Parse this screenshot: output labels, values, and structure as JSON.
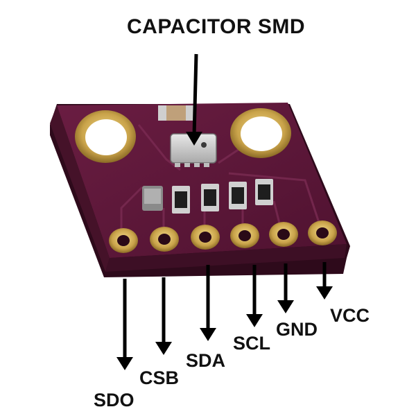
{
  "title": "CAPACITOR SMD",
  "pins": [
    {
      "label": "SDO"
    },
    {
      "label": "CSB"
    },
    {
      "label": "SDA"
    },
    {
      "label": "SCL"
    },
    {
      "label": "GND"
    },
    {
      "label": "VCC"
    }
  ],
  "colors": {
    "pcb": "#5a1536",
    "pcb_edge": "#3a0d22",
    "gold": "#c9a34a",
    "arrow": "#000000"
  }
}
